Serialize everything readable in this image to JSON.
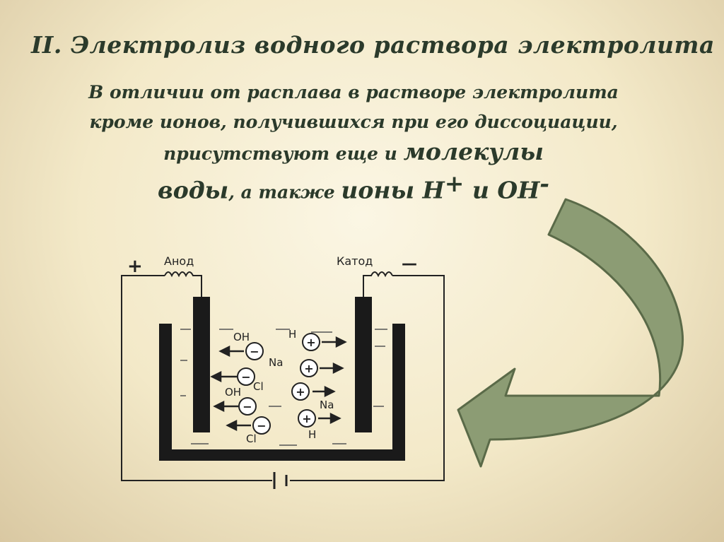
{
  "slide": {
    "title": "II. Электролиз водного раствора электролита",
    "line1": "В отличии от расплава в растворе электролита",
    "line2": "кроме ионов, получившихся при его диссоциации,",
    "line3_prefix": "присутствуют  еще и",
    "line3_big": "молекулы",
    "line4_big1": "воды",
    "line4_mid": ", а также",
    "line4_big2": "ионы Н",
    "sup_plus": "+",
    "line4_and": " и ОН",
    "sup_minus": "-"
  },
  "diagram": {
    "plus_sign": "+",
    "anode_label": "Анод",
    "cathode_label": "Катод",
    "minus_sign": "—",
    "ions": {
      "oh1": "OH",
      "h1": "H",
      "na1": "Na",
      "cl1": "Cl",
      "oh2": "OH",
      "na2": "Na",
      "cl2": "Cl",
      "h2": "H"
    },
    "minus_symbol": "−",
    "plus_symbol": "+"
  },
  "colors": {
    "arrow_fill": "#8c9c74",
    "arrow_stroke": "#5a6a48",
    "electrode": "#1a1a1a",
    "text": "#2b3a2b"
  }
}
